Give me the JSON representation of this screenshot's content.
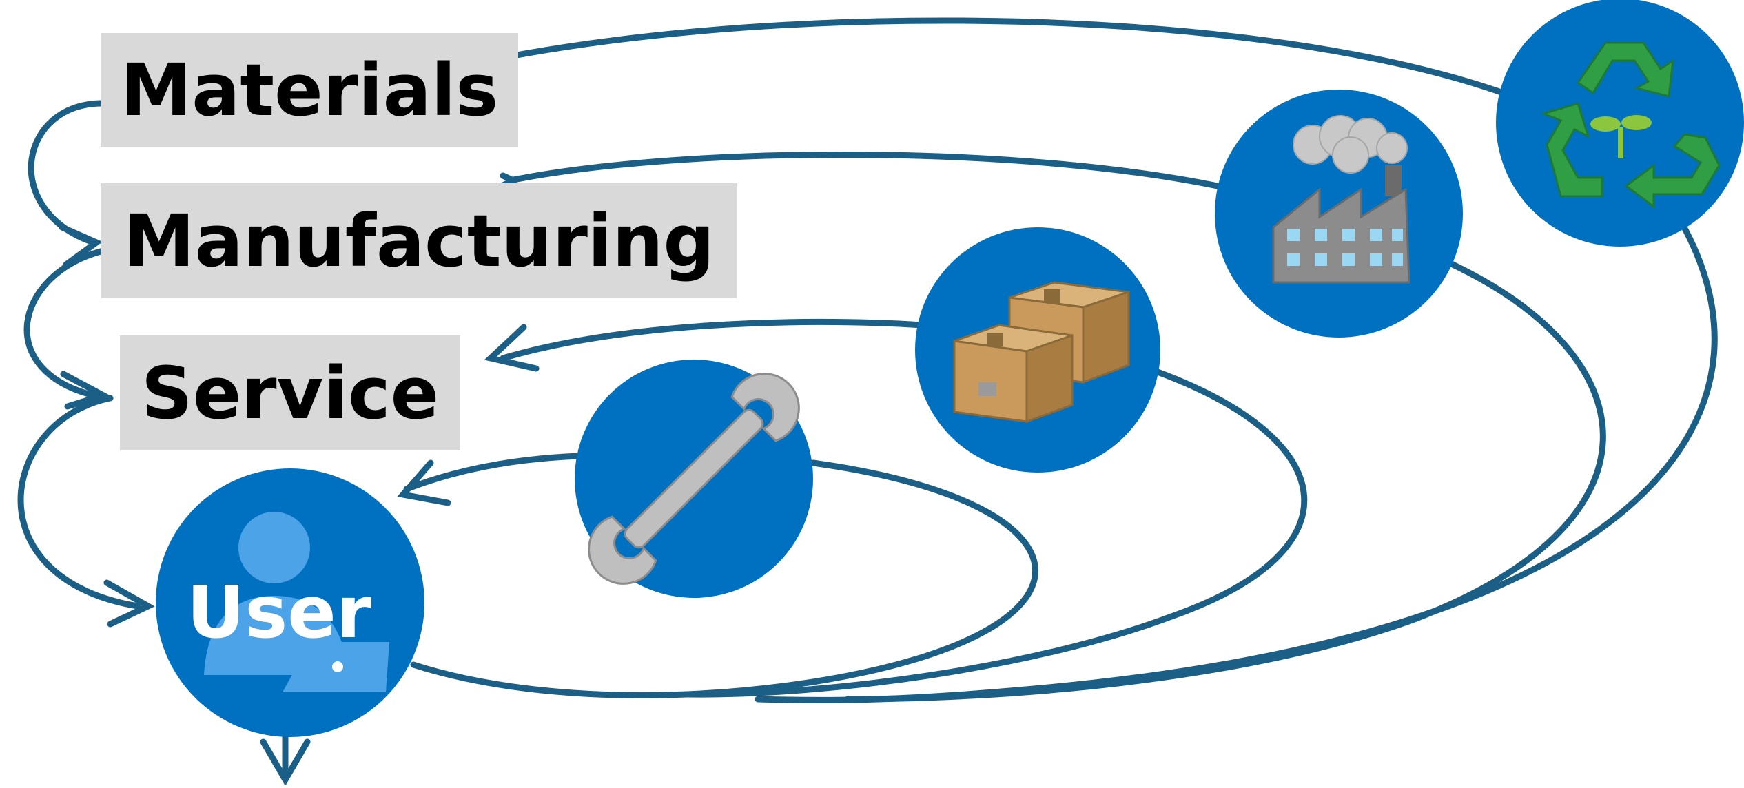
{
  "labels": {
    "materials": "Materials",
    "manufacturing": "Manufacturing",
    "service": "Service",
    "user": "User"
  },
  "icons": [
    "user-icon",
    "wrench-icon",
    "boxes-icon",
    "factory-icon",
    "recycle-icon"
  ],
  "colors": {
    "loop_line": "#1b5f86",
    "circle": "#0070c0",
    "label_bg": "#d9d9d9",
    "recycle_green": "#2f9e44",
    "sprout": "#8cc63f"
  }
}
